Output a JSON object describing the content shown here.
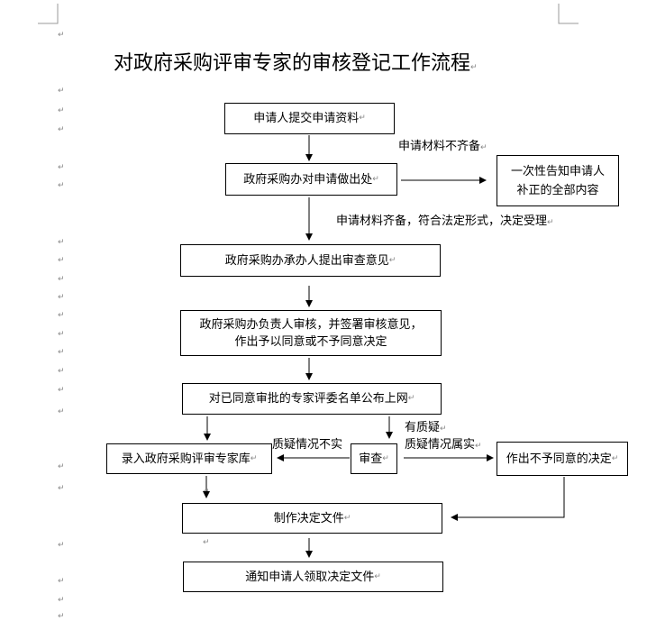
{
  "document": {
    "title": "对政府采购评审专家的审核登记工作流程",
    "paragraph_mark": "↵"
  },
  "flow": {
    "step1": "申请人提交申请资料",
    "note_incomplete": "申请材料不齐备",
    "step2": "政府采购办对申请做出处",
    "side_notify": "一次性告知申请人\n补正的全部内容",
    "note_complete": "申请材料齐备，符合法定形式，决定受理",
    "step3": "政府采购办承办人提出审查意见",
    "step4": "政府采购办负责人审核，并签署审核意见，\n作出予以同意或不予同意决定",
    "step5": "对已同意审批的专家评委名单公布上网",
    "note_questioned": "有质疑",
    "note_confirmed": "质疑情况属实",
    "note_not_confirmed": "质疑情况不实",
    "box_register": "录入政府采购评审专家库",
    "box_review": "审查",
    "box_disagree": "作出不予同意的决定",
    "step6": "制作决定文件",
    "step7": "通知申请人领取决定文件"
  }
}
